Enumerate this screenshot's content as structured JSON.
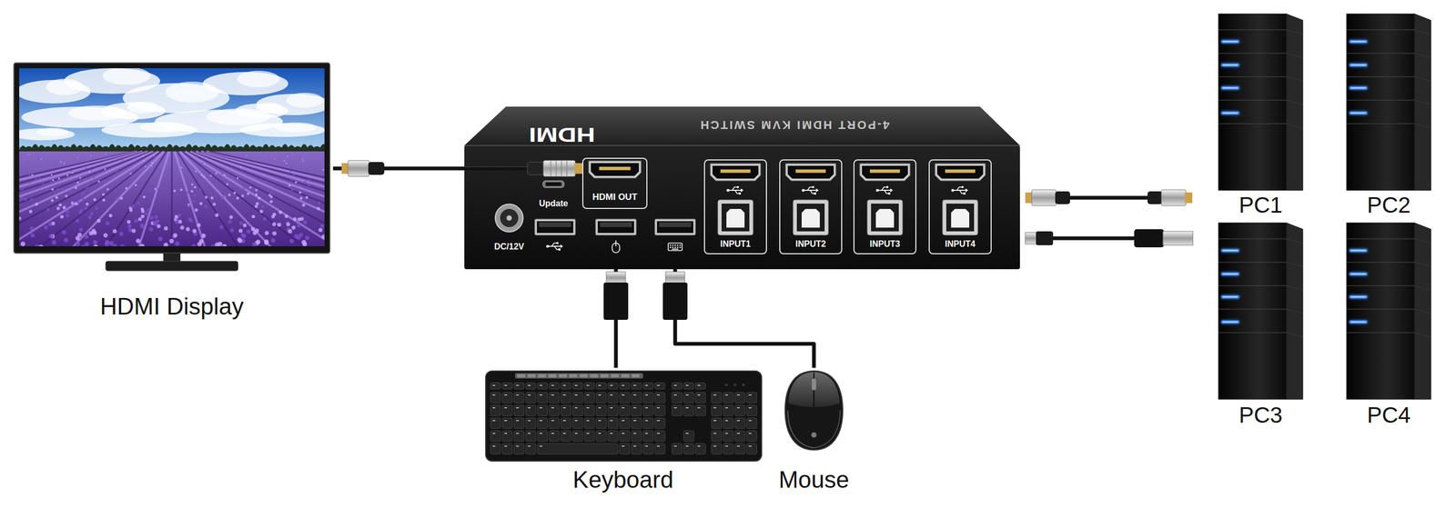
{
  "diagram": {
    "nodes": [
      {
        "text": [
          "HDMI Display"
        ]
      },
      {
        "text": [
          "4-PORT HDMI KVM SWITCH",
          "HDMI",
          "Update",
          "DC/12V"
        ]
      },
      {
        "text": [
          "HDMI OUT"
        ],
        "in": 1
      },
      {
        "text": [
          "INPUT1"
        ],
        "in": 1
      },
      {
        "text": [
          "INPUT2"
        ],
        "in": 1
      },
      {
        "text": [
          "INPUT3"
        ],
        "in": 1
      },
      {
        "text": [
          "INPUT4"
        ],
        "in": 1
      },
      {
        "text": [
          "PC1"
        ]
      },
      {
        "text": [
          "PC2"
        ]
      },
      {
        "text": [
          "PC3"
        ]
      },
      {
        "text": [
          "PC4"
        ]
      },
      {
        "text": [
          "Keyboard"
        ]
      },
      {
        "text": [
          "Mouse"
        ]
      }
    ],
    "edges": [
      {
        "from": 2,
        "to": 0,
        "arrow": "none"
      },
      {
        "from": 1,
        "to": 11,
        "arrow": "none"
      },
      {
        "from": 1,
        "to": 12,
        "arrow": "none"
      }
    ]
  }
}
